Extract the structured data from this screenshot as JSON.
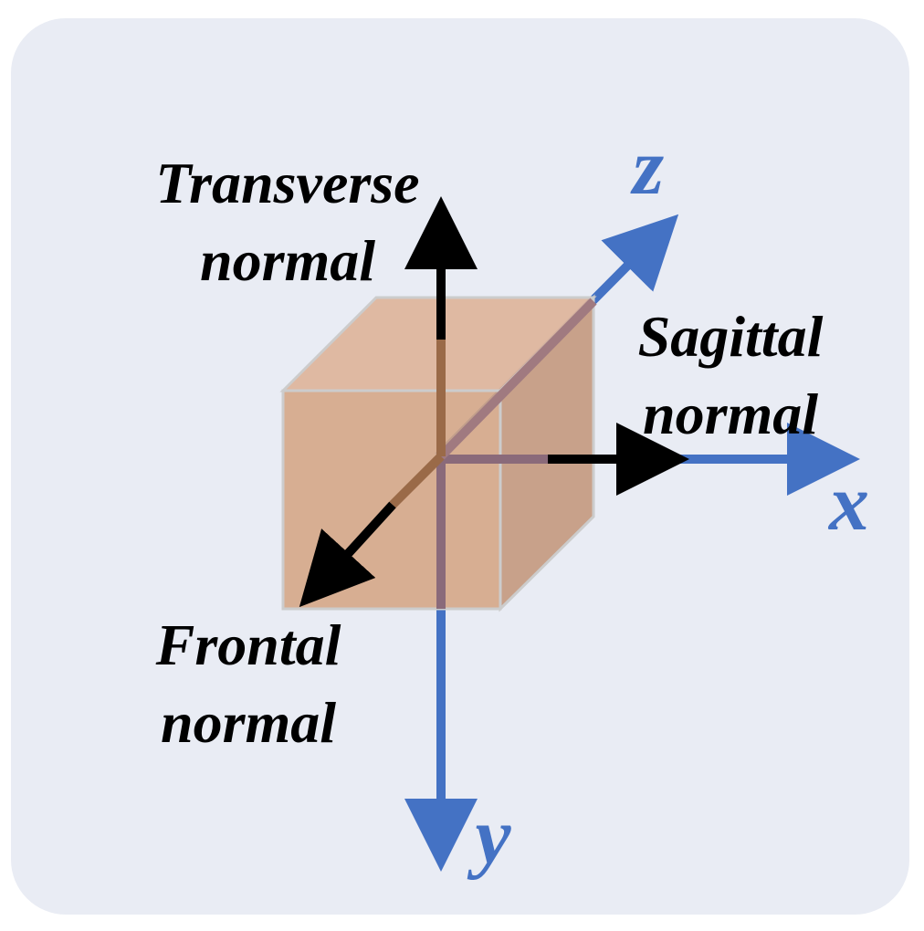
{
  "labels": {
    "transverse_line1": "Transverse",
    "transverse_line2": "normal",
    "sagittal_line1": "Sagittal",
    "sagittal_line2": "normal",
    "frontal_line1": "Frontal",
    "frontal_line2": "normal"
  },
  "axes": {
    "x": "x",
    "y": "y",
    "z": "z"
  },
  "colors": {
    "background_panel": "#e9ecf4",
    "axis": "#4472c4",
    "normal_arrow": "#000000",
    "cube_front": "#d4a584",
    "cube_top": "#ddb49a",
    "cube_side": "#c49a80",
    "cube_edge": "#cccccc"
  }
}
